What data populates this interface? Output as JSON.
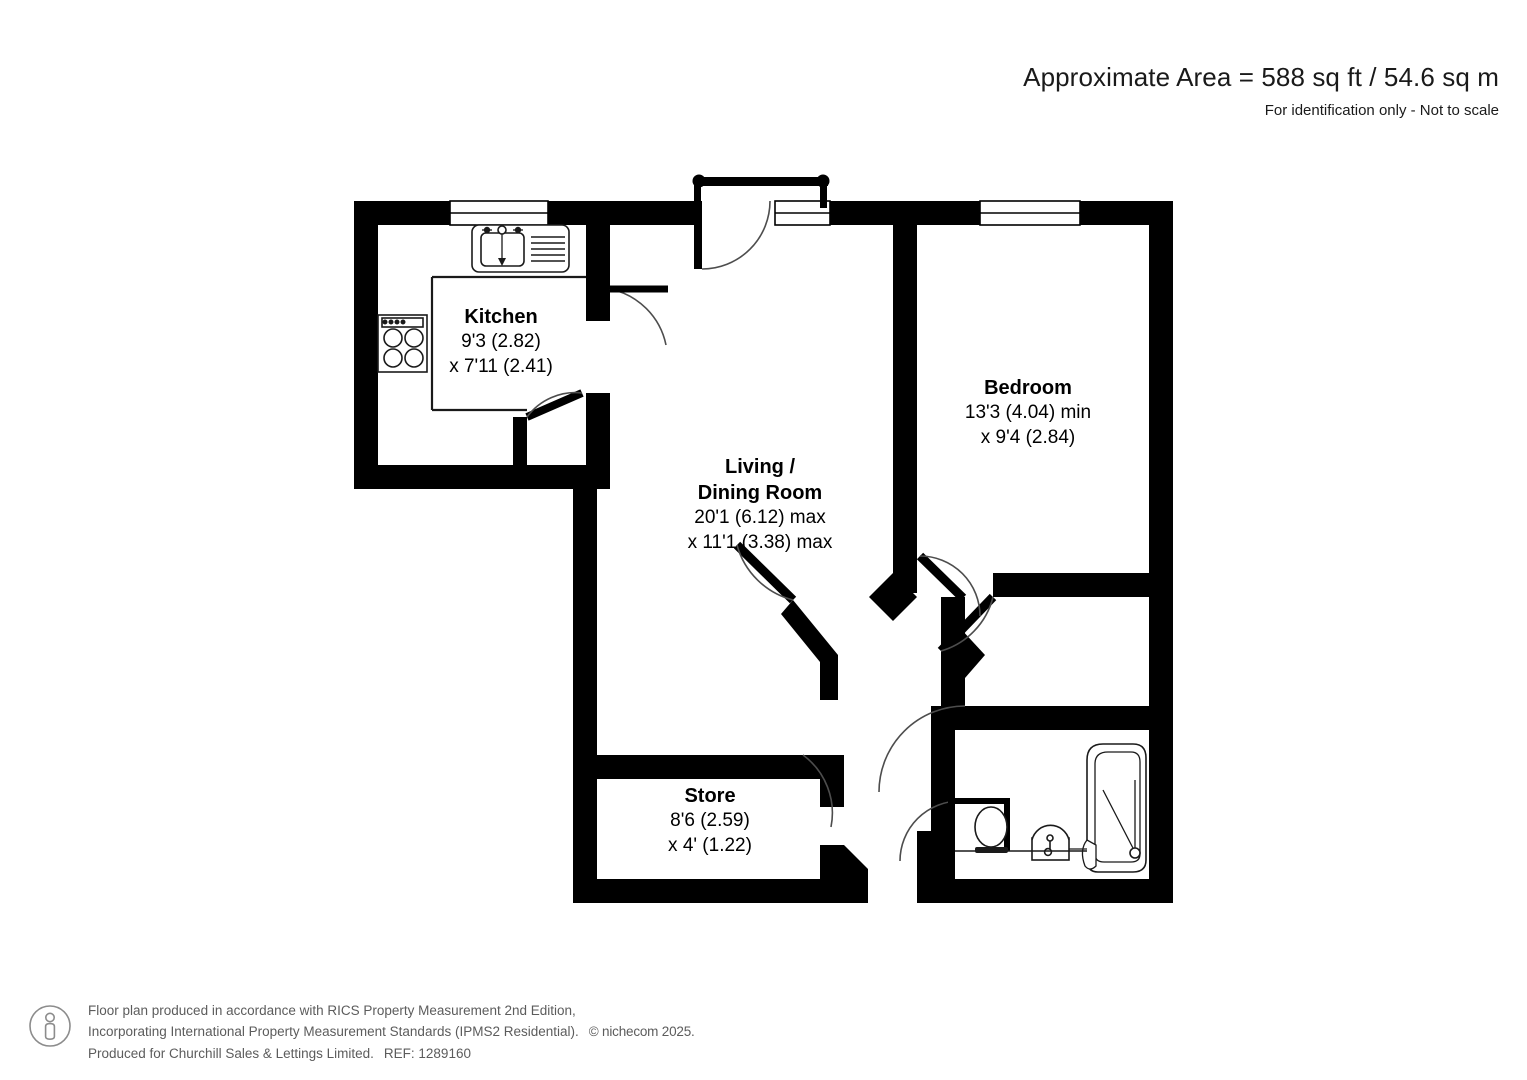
{
  "header": {
    "area_text": "Approximate Area = 588 sq ft / 54.6 sq m",
    "identification_text": "For identification only - Not to scale",
    "area_sqft": "588 sq ft",
    "area_sqm": "54.6 sq m"
  },
  "rooms": [
    {
      "key": "kitchen",
      "name": "Kitchen",
      "dim_line1": "9'3 (2.82)",
      "dim_line2": "x 7'11 (2.41)",
      "fixtures": [
        "sink",
        "hob"
      ]
    },
    {
      "key": "living",
      "name_line1": "Living /",
      "name_line2": "Dining Room",
      "dim_line1": "20'1 (6.12) max",
      "dim_line2": "x 11'1 (3.38) max",
      "fixtures": []
    },
    {
      "key": "bedroom",
      "name": "Bedroom",
      "dim_line1": "13'3 (4.04) min",
      "dim_line2": "x 9'4 (2.84)",
      "fixtures": []
    },
    {
      "key": "store",
      "name": "Store",
      "dim_line1": "8'6 (2.59)",
      "dim_line2": "x 4' (1.22)",
      "fixtures": []
    },
    {
      "key": "bathroom",
      "name": "",
      "dim_line1": "",
      "dim_line2": "",
      "fixtures": [
        "toilet",
        "basin",
        "bath"
      ]
    }
  ],
  "footer": {
    "line1": "Floor plan produced in accordance with RICS Property Measurement 2nd Edition,",
    "line2_a": "Incorporating International Property Measurement Standards (IPMS2 Residential).",
    "line2_b": "© nichecom 2025.",
    "line3_a": "Produced for Churchill Sales & Lettings Limited.",
    "line3_b": "REF: 1289160",
    "icon": "person-info-icon",
    "reference": "1289160",
    "client": "Churchill Sales & Lettings Limited",
    "copyright": "© nichecom 2025."
  },
  "style": {
    "wall_color": "#000000",
    "fixture_stroke": "#1a1a1a",
    "door_arc_color": "#5a5a5a",
    "background": "#ffffff",
    "footer_text_color": "#5c5c5c"
  }
}
